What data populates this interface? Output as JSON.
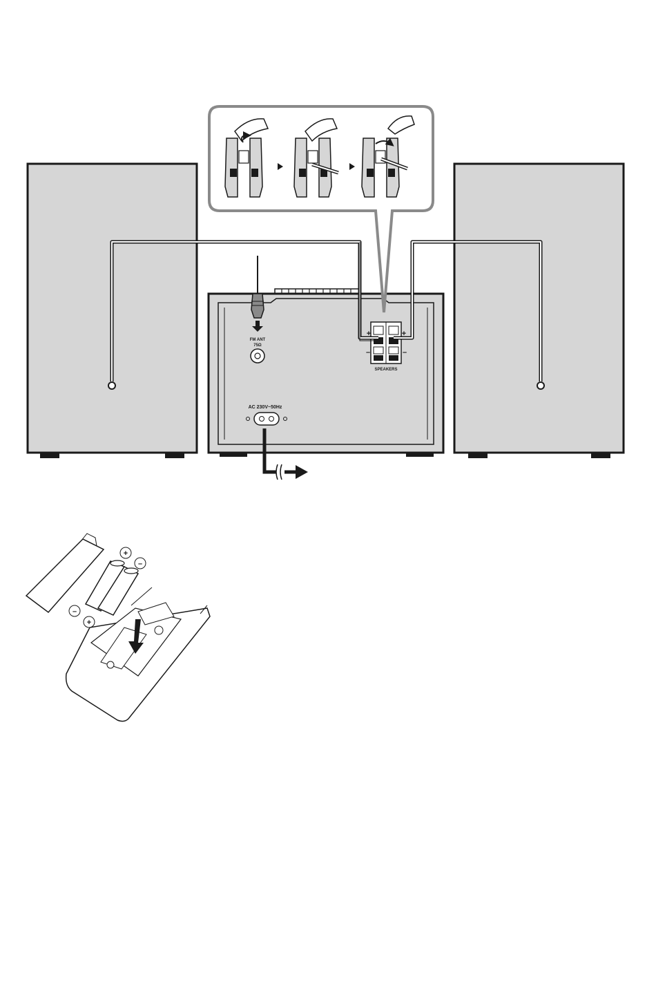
{
  "unit_rear_panel": {
    "antenna_label": "FM ANT",
    "antenna_impedance": "75Ω",
    "ac_input_label": "AC 230V~50Hz",
    "speakers_label": "SPEAKERS",
    "plus_symbol": "+",
    "minus_symbol": "–"
  },
  "battery_polarity": {
    "plus": "+",
    "minus": "–"
  },
  "colors": {
    "panel_fill": "#d6d6d6",
    "outline": "#1a1a1a",
    "background": "#ffffff",
    "callout_border": "#8a8a8a"
  }
}
